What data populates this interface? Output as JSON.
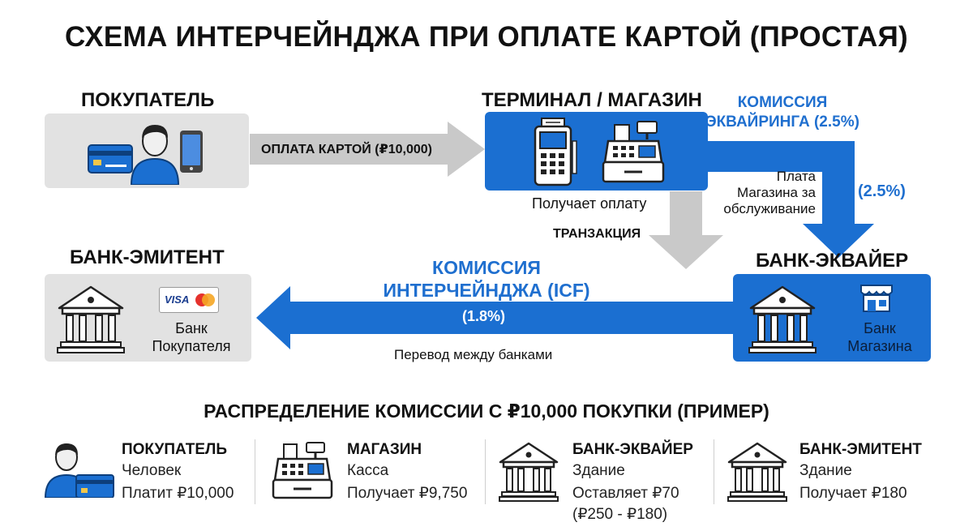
{
  "title": "СХЕМА ИНТЕРЧЕЙНДЖА ПРИ ОПЛАТЕ КАРТОЙ (ПРОСТАЯ)",
  "nodes": {
    "buyer": {
      "label": "ПОКУПАТЕЛЬ"
    },
    "terminal": {
      "label": "ТЕРМИНАЛ / МАГАЗИН",
      "caption": "Получает оплату"
    },
    "issuer": {
      "label": "БАНК-ЭМИТЕНТ",
      "bank_line1": "Банк",
      "bank_line2": "Покупателя",
      "card_brand": "VISA"
    },
    "acquirer": {
      "label": "БАНК-ЭКВАЙЕР",
      "bank_line1": "Банк",
      "bank_line2": "Магазина"
    }
  },
  "flows": {
    "payment": "ОПЛАТА КАРТОЙ (₽10,000)",
    "acquiring_fee_line1": "КОМИССИЯ",
    "acquiring_fee_line2": "ЭКВАЙРИНГА (2.5%)",
    "merchant_fee_line1": "Плата",
    "merchant_fee_line2": "Магазина за",
    "merchant_fee_line3": "обслуживание",
    "merchant_fee_pct": "(2.5%)",
    "transaction": "ТРАНЗАКЦИЯ",
    "icf_line1": "КОМИССИЯ",
    "icf_line2": "ИНТЕРЧЕЙНДЖА (ICF)",
    "icf_pct": "(1.8%)",
    "bank_transfer": "Перевод между банками"
  },
  "distribution": {
    "title": "РАСПРЕДЕЛЕНИЕ КОМИССИИ С ₽10,000 ПОКУПКИ (ПРИМЕР)",
    "items": [
      {
        "title": "ПОКУПАТЕЛЬ",
        "subtitle": "Человек",
        "line1": "Платит ₽10,000",
        "line2": "",
        "icon": "person-card-icon"
      },
      {
        "title": "МАГАЗИН",
        "subtitle": "Касса",
        "line1": "Получает ₽9,750",
        "line2": "",
        "icon": "cash-register-icon"
      },
      {
        "title": "БАНК-ЭКВАЙЕР",
        "subtitle": "Здание",
        "line1": "Оставляет ₽70",
        "line2": "(₽250 - ₽180)",
        "icon": "bank-icon"
      },
      {
        "title": "БАНК-ЭМИТЕНТ",
        "subtitle": "Здание",
        "line1": "Получает ₽180",
        "line2": "",
        "icon": "bank-icon"
      }
    ]
  },
  "colors": {
    "blue": "#1b6fd1",
    "blue_text": "#1f6fcf",
    "gray_box": "#e2e2e2",
    "gray_arrow": "#c9c9c9"
  }
}
